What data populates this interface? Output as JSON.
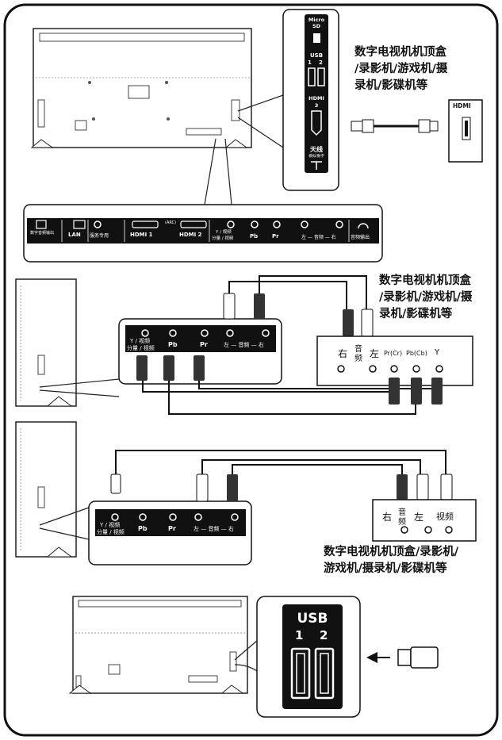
{
  "section1": {
    "side_panel": {
      "microsd": "Micro SD",
      "usb": "USB",
      "usb_ports": [
        "1",
        "2"
      ],
      "hdmi": "HDMI",
      "hdmi_port": "3",
      "antenna": "天线",
      "antenna_sub": "模拟/数字"
    },
    "device_label_lines": [
      "数字电视机机顶盒",
      "/录影机/游戏机/摄",
      "录机/影碟机等"
    ],
    "device_port": "HDMI",
    "rear_panel": {
      "digital_audio_out": "数字音频输出",
      "lan": "LAN",
      "service": "服务专用",
      "hdmi1": "HDMI 1",
      "arc": "(ARC)",
      "hdmi2": "HDMI 2",
      "y_video_line1": "Y / 视频",
      "y_video_line2": "分量 / 视频",
      "pb": "Pb",
      "pr": "Pr",
      "audio_lr": "左 — 音频 — 右",
      "headphone": "音频输出"
    }
  },
  "section2": {
    "device_label_lines": [
      "数字电视机机顶盒",
      "/录影机/游戏机/摄",
      "录机/影碟机等"
    ],
    "tv_ports": {
      "y_video_line1": "Y / 视频",
      "y_video_line2": "分量 / 视频",
      "pb": "Pb",
      "pr": "Pr",
      "audio_lr": "左 — 音频 — 右"
    },
    "device_ports": {
      "right": "右",
      "audio_top": "音",
      "audio_bottom": "频",
      "left": "左",
      "pr": "Pr(Cr)",
      "pb": "Pb(Cb)",
      "y": "Y"
    }
  },
  "section3": {
    "tv_ports": {
      "y_video_line1": "Y / 视频",
      "y_video_line2": "分量 / 视频",
      "pb": "Pb",
      "pr": "Pr",
      "audio_lr": "左 — 音频 — 右"
    },
    "device_ports": {
      "right": "右",
      "audio_top": "音",
      "audio_bottom": "频",
      "left": "左",
      "video": "视频"
    },
    "device_label_lines": [
      "数字电视机机顶盒/录影机/",
      "游戏机/摄录机/影碟机等"
    ]
  },
  "section4": {
    "usb": "USB",
    "usb_ports": [
      "1",
      "2"
    ]
  }
}
